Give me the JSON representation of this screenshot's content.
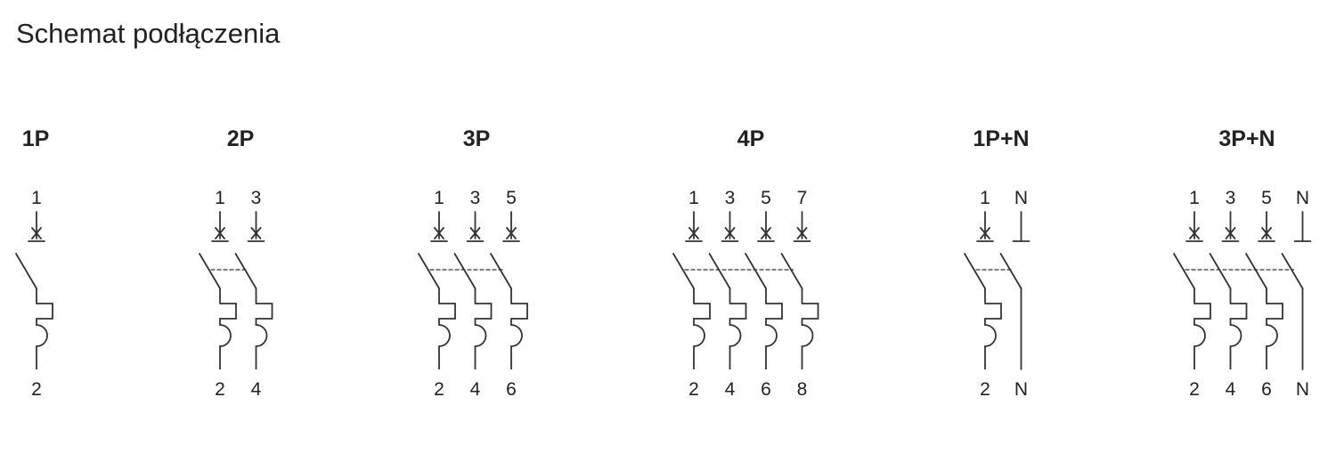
{
  "title": "Schemat podłączenia",
  "colors": {
    "stroke": "#333333",
    "text": "#222222",
    "background": "#ffffff"
  },
  "groups": [
    {
      "label": "1P",
      "poles": [
        {
          "type": "phase",
          "top": "1",
          "bottom": "2"
        }
      ]
    },
    {
      "label": "2P",
      "poles": [
        {
          "type": "phase",
          "top": "1",
          "bottom": "2"
        },
        {
          "type": "phase",
          "top": "3",
          "bottom": "4"
        }
      ]
    },
    {
      "label": "3P",
      "poles": [
        {
          "type": "phase",
          "top": "1",
          "bottom": "2"
        },
        {
          "type": "phase",
          "top": "3",
          "bottom": "4"
        },
        {
          "type": "phase",
          "top": "5",
          "bottom": "6"
        }
      ]
    },
    {
      "label": "4P",
      "poles": [
        {
          "type": "phase",
          "top": "1",
          "bottom": "2"
        },
        {
          "type": "phase",
          "top": "3",
          "bottom": "4"
        },
        {
          "type": "phase",
          "top": "5",
          "bottom": "6"
        },
        {
          "type": "phase",
          "top": "7",
          "bottom": "8"
        }
      ]
    },
    {
      "label": "1P+N",
      "poles": [
        {
          "type": "phase",
          "top": "1",
          "bottom": "2"
        },
        {
          "type": "neutral",
          "top": "N",
          "bottom": "N"
        }
      ]
    },
    {
      "label": "3P+N",
      "poles": [
        {
          "type": "phase",
          "top": "1",
          "bottom": "2"
        },
        {
          "type": "phase",
          "top": "3",
          "bottom": "4"
        },
        {
          "type": "phase",
          "top": "5",
          "bottom": "6"
        },
        {
          "type": "neutral",
          "top": "N",
          "bottom": "N"
        }
      ]
    }
  ]
}
